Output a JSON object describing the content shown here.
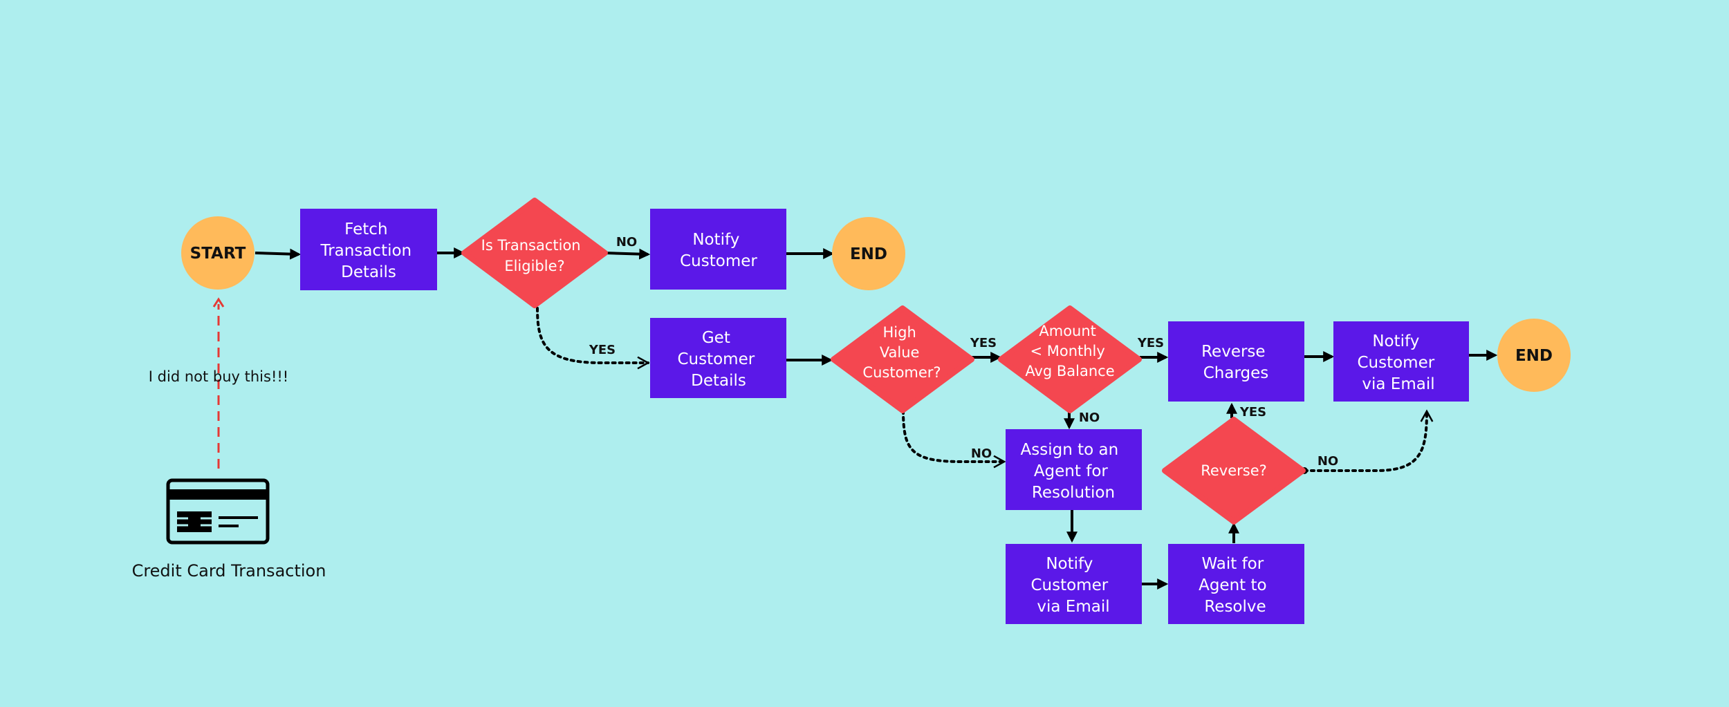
{
  "colors": {
    "background": "#aeeeee",
    "process": "#5b18e8",
    "decision": "#f44750",
    "terminal": "#ffba5a",
    "edge": "#000000",
    "trigger": "#e53935"
  },
  "nodes": {
    "start": "START",
    "fetch": [
      "Fetch",
      "Transaction",
      "Details"
    ],
    "eligible": [
      "Is Transaction",
      "Eligible?"
    ],
    "notify1": [
      "Notify",
      "Customer"
    ],
    "end1": "END",
    "getcust": [
      "Get",
      "Customer",
      "Details"
    ],
    "highvalue": [
      "High",
      "Value",
      "Customer?"
    ],
    "amount": [
      "Amount",
      "< Monthly",
      "Avg Balance"
    ],
    "reverse_charges": [
      "Reverse",
      "Charges"
    ],
    "notify_email_top": [
      "Notify",
      "Customer",
      "via Email"
    ],
    "end2": "END",
    "assign": [
      "Assign to an",
      "Agent for",
      "Resolution"
    ],
    "notify_email_bottom": [
      "Notify",
      "Customer",
      "via Email"
    ],
    "wait": [
      "Wait for",
      "Agent to",
      "Resolve"
    ],
    "reverse_q": "Reverse?"
  },
  "edge_labels": {
    "eligible_no": "NO",
    "eligible_yes": "YES",
    "highvalue_yes": "YES",
    "highvalue_no": "NO",
    "amount_yes": "YES",
    "amount_no": "NO",
    "reverse_yes": "YES",
    "reverse_no": "NO"
  },
  "trigger": {
    "annotation": "I did not buy this!!!",
    "caption": "Credit Card Transaction",
    "icon": "credit-card-icon"
  }
}
